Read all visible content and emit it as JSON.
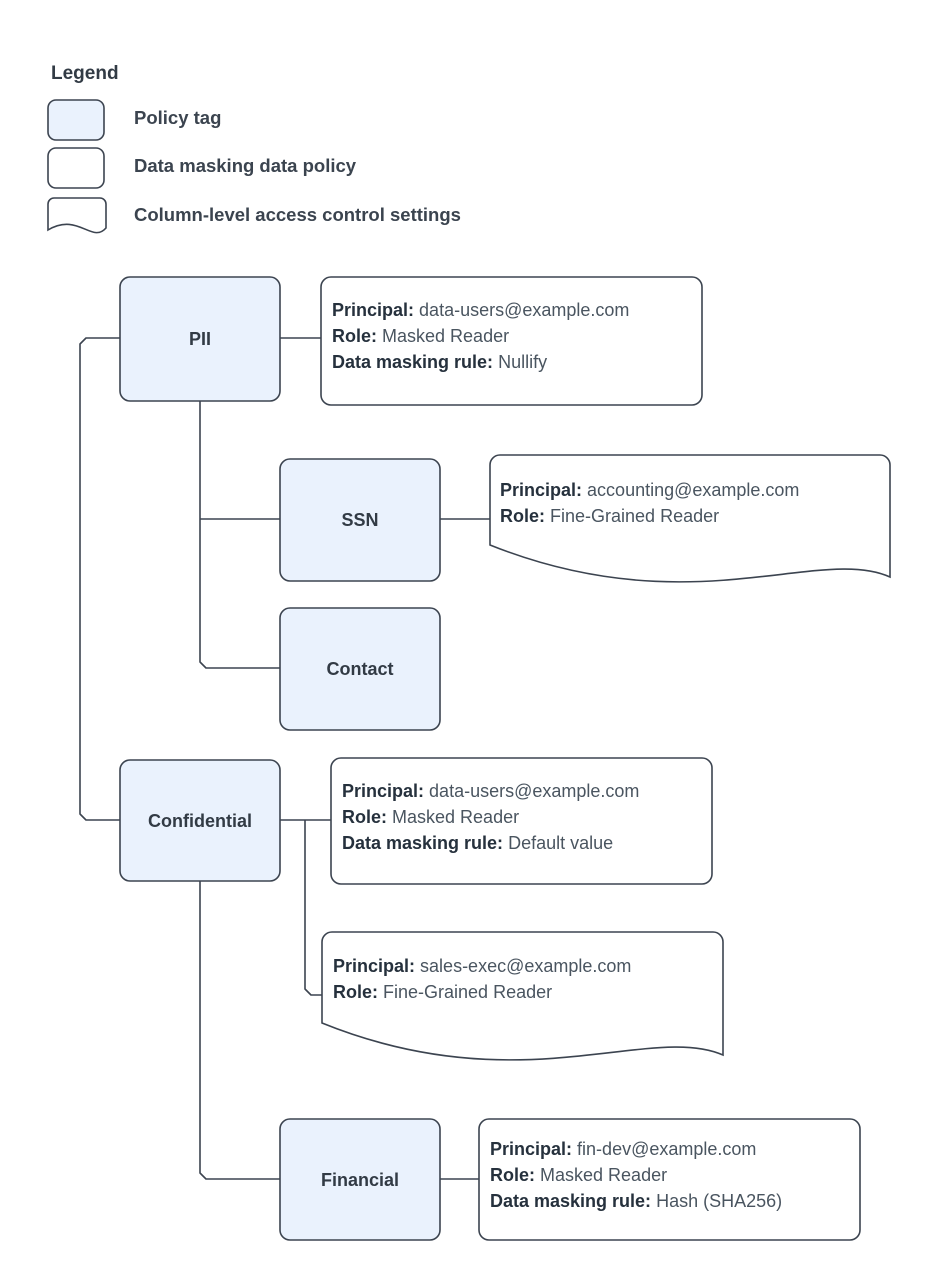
{
  "legend": {
    "title": "Legend",
    "items": [
      {
        "shape": "policy-tag-swatch",
        "label": "Policy tag"
      },
      {
        "shape": "data-masking-policy-swatch",
        "label": "Data masking data policy"
      },
      {
        "shape": "column-level-access-swatch",
        "label": "Column-level access control settings"
      }
    ]
  },
  "colors": {
    "policy_tag_fill": "#eaf2fd",
    "stroke": "#3c4450",
    "label_text": "#26313d",
    "value_text": "#4a5560",
    "background": "#ffffff"
  },
  "nodes": [
    {
      "id": "pii",
      "label": "PII"
    },
    {
      "id": "ssn",
      "label": "SSN"
    },
    {
      "id": "contact",
      "label": "Contact"
    },
    {
      "id": "confidential",
      "label": "Confidential"
    },
    {
      "id": "financial",
      "label": "Financial"
    }
  ],
  "policies": [
    {
      "id": "pii-policy",
      "kind": "data-masking-data-policy",
      "rows": [
        {
          "key": "Principal:",
          "value": "data-users@example.com"
        },
        {
          "key": "Role:",
          "value": "Masked Reader"
        },
        {
          "key": "Data masking rule:",
          "value": "Nullify"
        }
      ]
    },
    {
      "id": "ssn-policy",
      "kind": "column-level-access-control-settings",
      "rows": [
        {
          "key": "Principal:",
          "value": "accounting@example.com"
        },
        {
          "key": "Role:",
          "value": "Fine-Grained Reader"
        }
      ]
    },
    {
      "id": "confidential-policy",
      "kind": "data-masking-data-policy",
      "rows": [
        {
          "key": "Principal:",
          "value": "data-users@example.com"
        },
        {
          "key": "Role:",
          "value": "Masked Reader"
        },
        {
          "key": "Data masking rule:",
          "value": "Default value"
        }
      ]
    },
    {
      "id": "confidential-access",
      "kind": "column-level-access-control-settings",
      "rows": [
        {
          "key": "Principal:",
          "value": "sales-exec@example.com"
        },
        {
          "key": "Role:",
          "value": "Fine-Grained Reader"
        }
      ]
    },
    {
      "id": "financial-policy",
      "kind": "data-masking-data-policy",
      "rows": [
        {
          "key": "Principal:",
          "value": "fin-dev@example.com"
        },
        {
          "key": "Role:",
          "value": "Masked Reader"
        },
        {
          "key": "Data masking rule:",
          "value": "Hash (SHA256)"
        }
      ]
    }
  ]
}
